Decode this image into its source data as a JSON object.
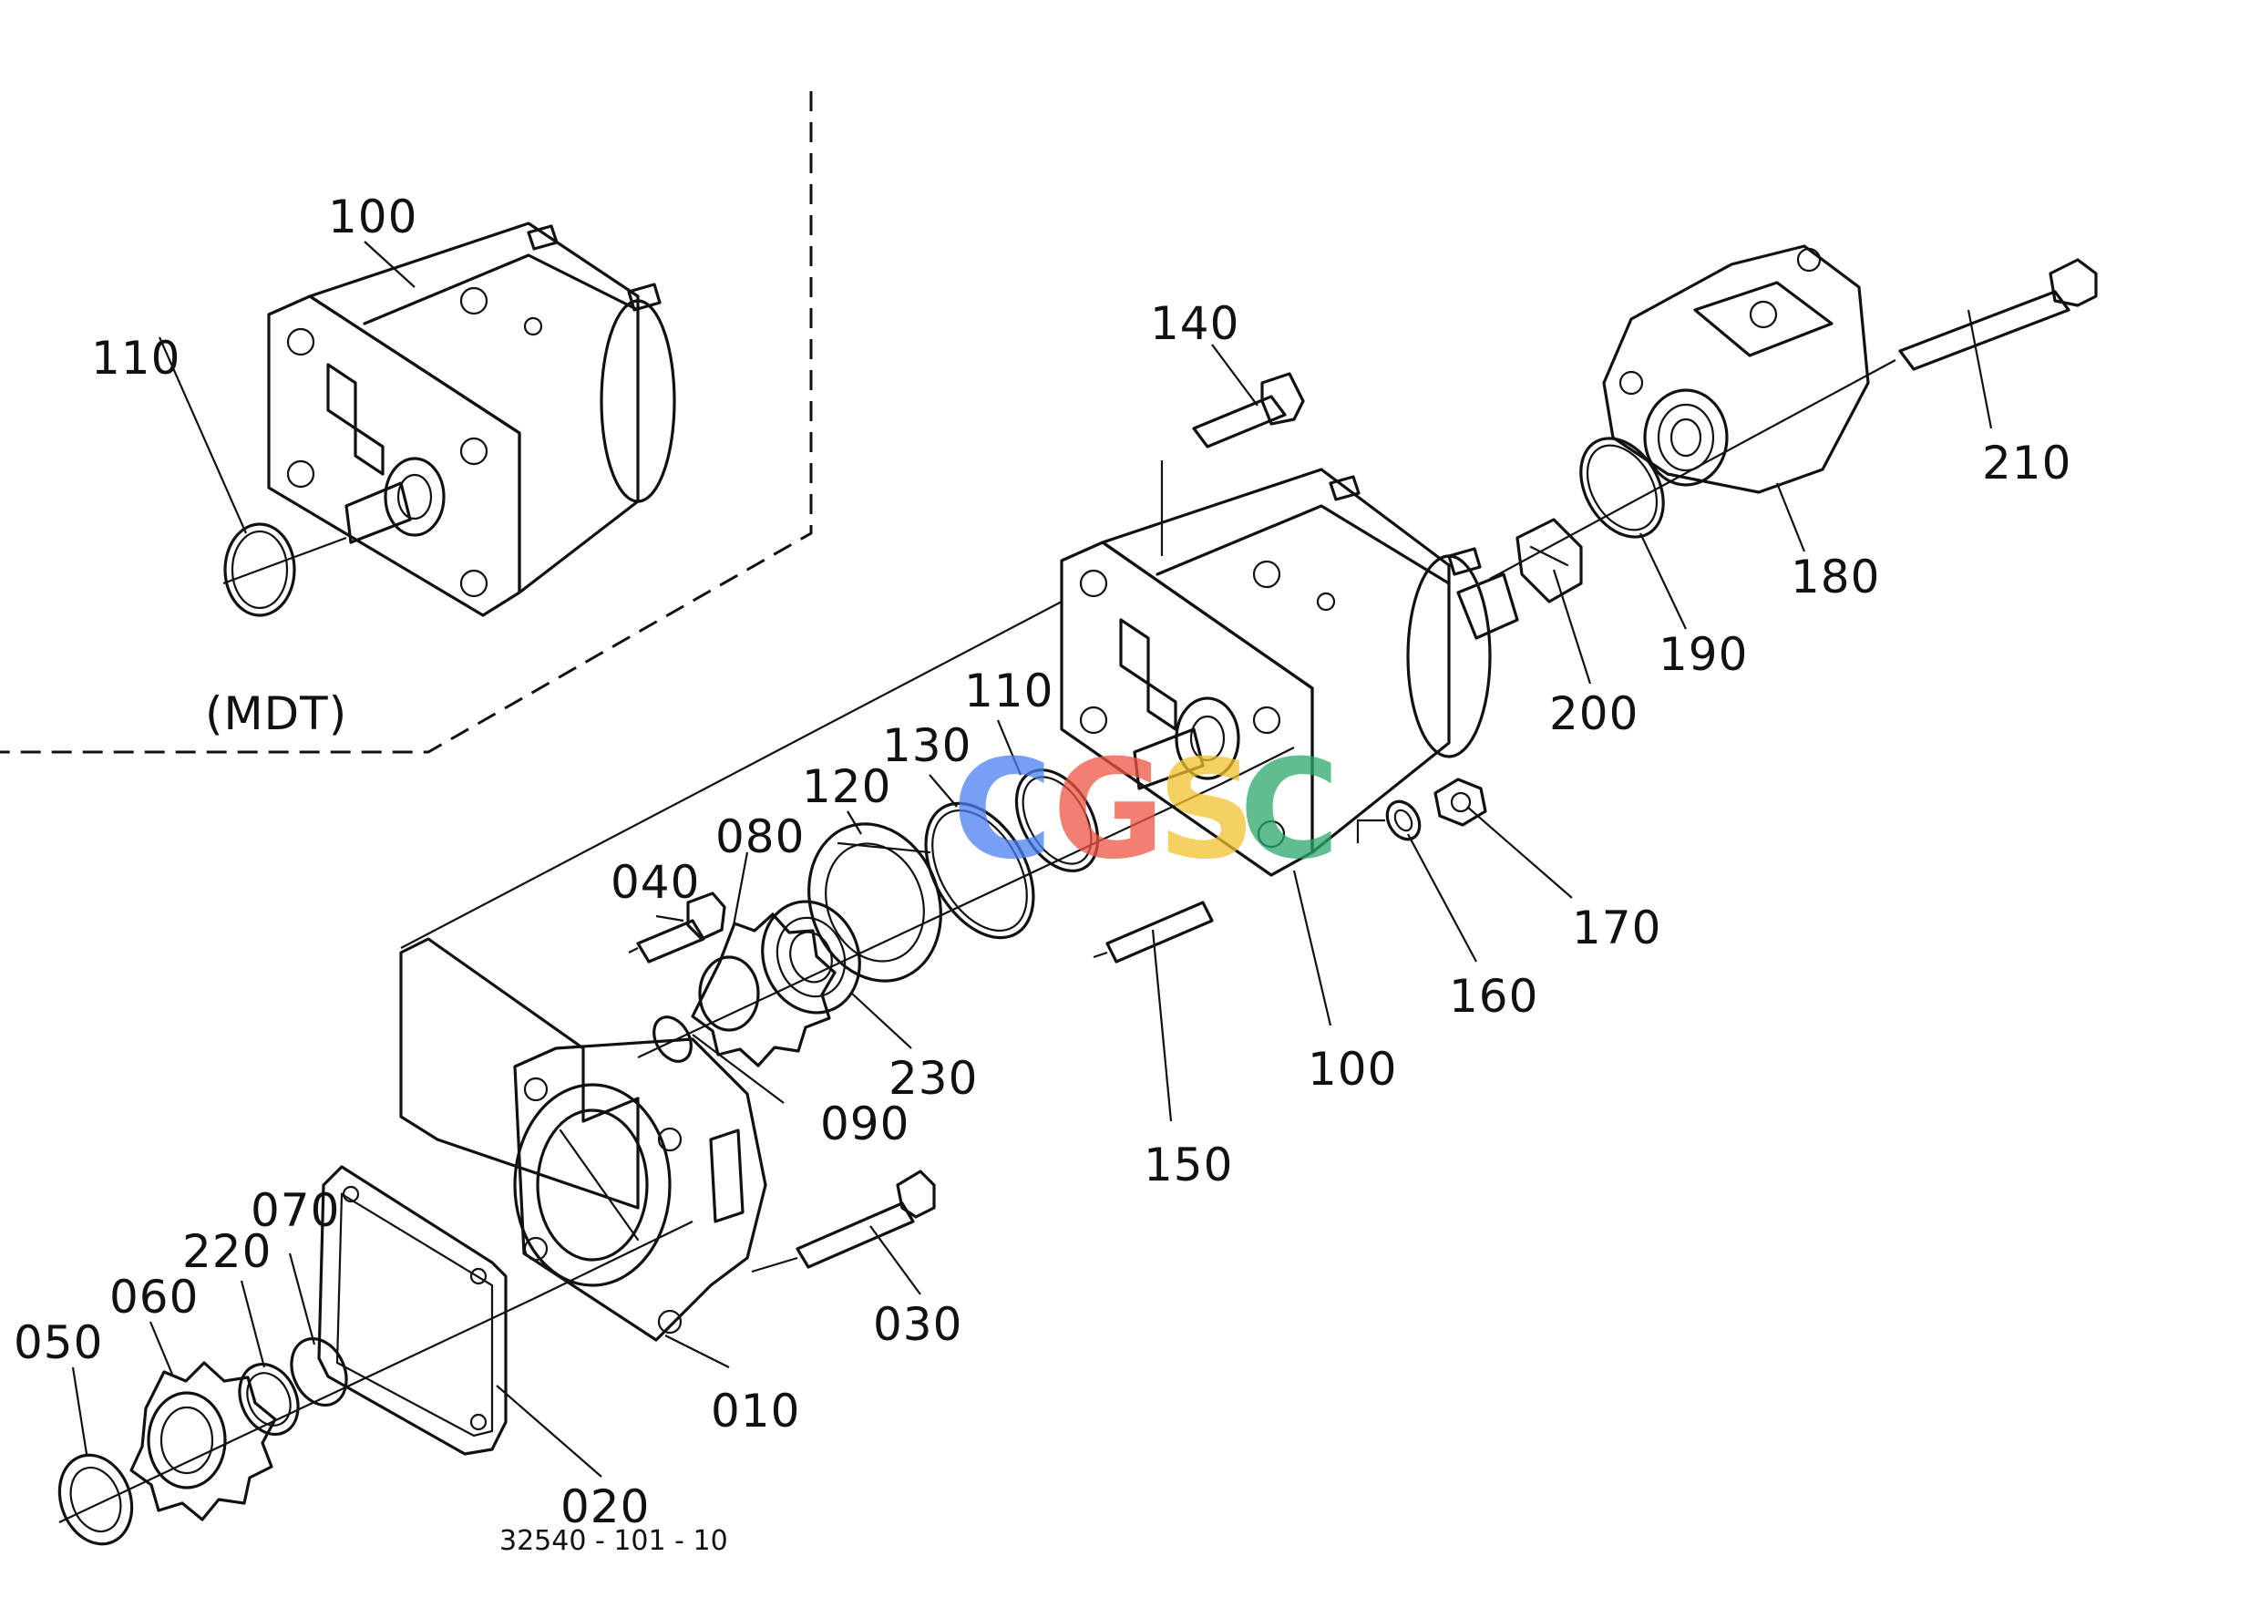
{
  "variant_label": "(MDT)",
  "drawing_number": "32540 - 101 - 10",
  "watermark": {
    "letters": [
      "C",
      "G",
      "S",
      "C"
    ],
    "colors": [
      "#4a7ff0",
      "#ee5544",
      "#f2c230",
      "#2aa86a"
    ]
  },
  "callouts": [
    "100",
    "110",
    "140",
    "210",
    "180",
    "190",
    "200",
    "130",
    "120",
    "080",
    "040",
    "230",
    "090",
    "170",
    "160",
    "100",
    "150",
    "070",
    "220",
    "060",
    "050",
    "030",
    "010",
    "020",
    "110"
  ]
}
